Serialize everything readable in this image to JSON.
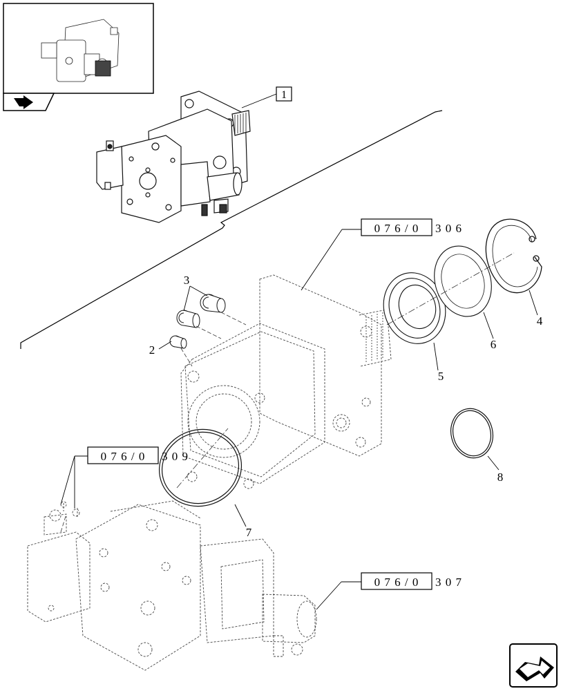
{
  "thumbnail": {
    "icon": "back-arrow-icon"
  },
  "assembly_label": "1",
  "references": [
    {
      "text": "0 7 6 / 0",
      "suffix": "3 0 6"
    },
    {
      "text": "0 7 6 / 0",
      "suffix": "3 0 9"
    },
    {
      "text": "0 7 6 / 0",
      "suffix": "3 0 7"
    }
  ],
  "callouts": [
    "2",
    "3",
    "4",
    "5",
    "6",
    "7",
    "8"
  ],
  "nav": {
    "icon": "next-page-arrow-icon"
  }
}
